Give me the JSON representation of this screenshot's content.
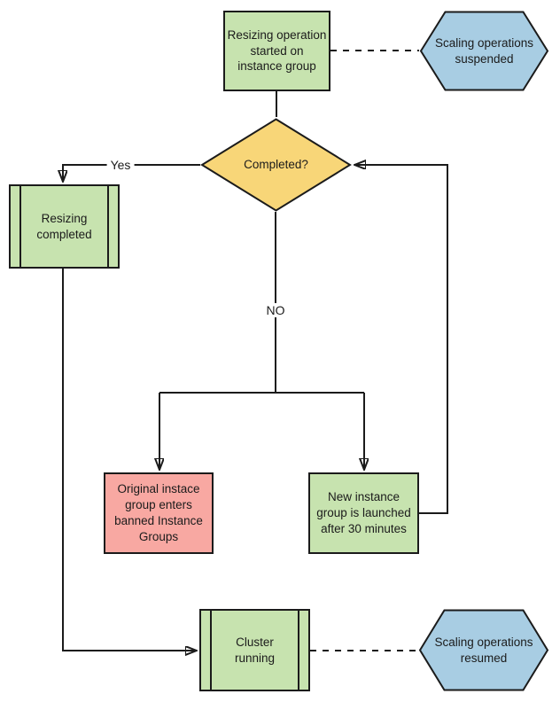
{
  "diagram_type": "flowchart",
  "colors": {
    "process_green": "#c7e3af",
    "decision_yellow": "#f8d678",
    "terminator_blue": "#a8cde3",
    "alert_red": "#f8a8a2",
    "line": "#1b1b1b",
    "background": "#ffffff"
  },
  "nodes": {
    "start": {
      "type": "process",
      "label": "Resizing operation\nstarted on\ninstance group"
    },
    "suspended": {
      "type": "hexagon",
      "label": "Scaling operations\nsuspended"
    },
    "decision": {
      "type": "decision",
      "label": "Completed?"
    },
    "resizing_completed": {
      "type": "predefined-process",
      "label": "Resizing\ncompleted"
    },
    "banned": {
      "type": "process",
      "label": "Original instace\ngroup enters\nbanned Instance\nGroups"
    },
    "new_group": {
      "type": "process",
      "label": "New instance\ngroup is launched\nafter 30 minutes"
    },
    "cluster": {
      "type": "predefined-process",
      "label": "Cluster\nrunning"
    },
    "resumed": {
      "type": "hexagon",
      "label": "Scaling operations\nresumed"
    }
  },
  "edge_labels": {
    "yes": "Yes",
    "no": "NO"
  }
}
